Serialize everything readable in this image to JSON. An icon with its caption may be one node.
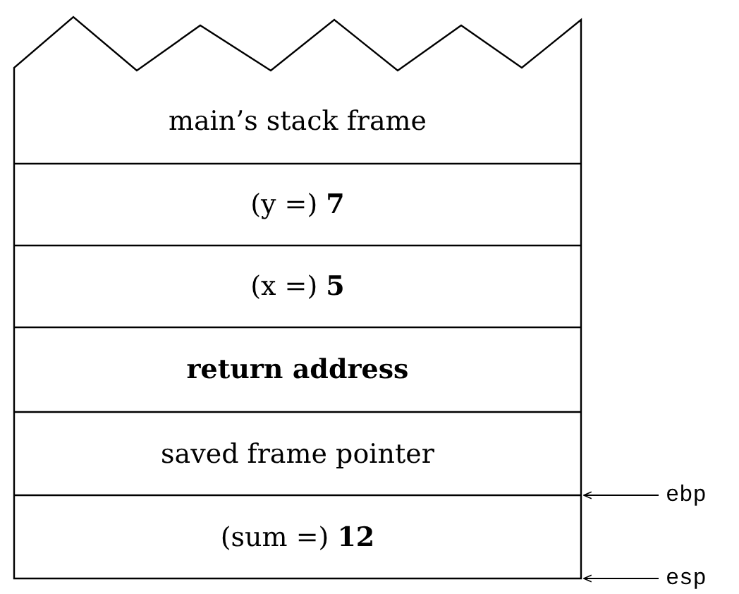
{
  "diagram": {
    "nodes": [
      {
        "text": [
          "main’s stack frame"
        ]
      },
      {
        "text": [
          "(y =) **7**"
        ]
      },
      {
        "text": [
          "(x =) **5**"
        ]
      },
      {
        "text": [
          "return address"
        ]
      },
      {
        "text": [
          "saved frame pointer"
        ]
      },
      {
        "text": [
          "(sum =) **12**"
        ]
      },
      {
        "text": [
          "ebp"
        ]
      },
      {
        "text": [
          "esp"
        ]
      }
    ],
    "edges": [
      {
        "from": 6,
        "to": null,
        "arrow": "to"
      },
      {
        "from": 7,
        "to": null,
        "arrow": "to"
      }
    ]
  }
}
